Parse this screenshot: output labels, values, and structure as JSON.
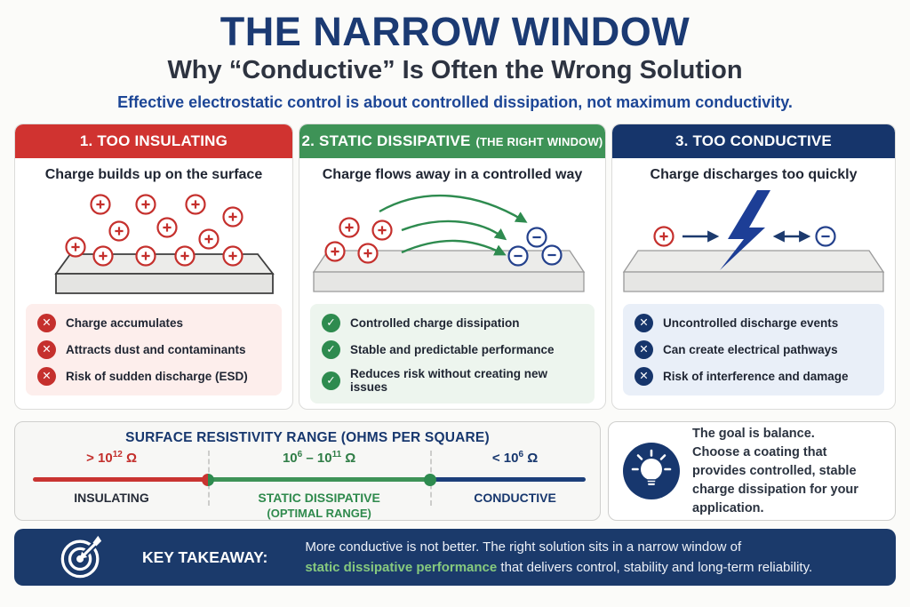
{
  "header": {
    "title": "THE NARROW WINDOW",
    "subtitle": "Why “Conductive” Is Often the Wrong Solution",
    "tagline": "Effective electrostatic control is about controlled dissipation, not maximum conductivity."
  },
  "panels": [
    {
      "title": "1. TOO INSULATING",
      "suffix": "",
      "caption": "Charge builds up on the surface",
      "items": [
        "Charge accumulates",
        "Attracts dust and contaminants",
        "Risk of sudden discharge (ESD)"
      ]
    },
    {
      "title": "2. STATIC DISSIPATIVE",
      "suffix": "(THE RIGHT WINDOW)",
      "caption": "Charge flows away in a controlled way",
      "items": [
        "Controlled charge dissipation",
        "Stable and predictable performance",
        "Reduces risk without creating new issues"
      ]
    },
    {
      "title": "3. TOO CONDUCTIVE",
      "suffix": "",
      "caption": "Charge discharges too quickly",
      "items": [
        "Uncontrolled discharge events",
        "Can create electrical pathways",
        "Risk of interference and damage"
      ]
    }
  ],
  "scale": {
    "title": "SURFACE RESISTIVITY RANGE (OHMS PER SQUARE)",
    "segments": [
      {
        "r1": "> 10",
        "r2": "12",
        "r3": " Ω",
        "label": "INSULATING",
        "sublabel": ""
      },
      {
        "r1": "10",
        "r2": "6",
        "r3": " – 10",
        "r4": "11",
        "r5": " Ω",
        "label": "STATIC DISSIPATIVE",
        "sublabel": "(OPTIMAL RANGE)"
      },
      {
        "r1": "< 10",
        "r2": "6",
        "r3": " Ω",
        "label": "CONDUCTIVE",
        "sublabel": ""
      }
    ]
  },
  "goal": {
    "title": "The goal is balance.",
    "body": "Choose a coating that provides controlled, stable charge dissipation for your application."
  },
  "takeaway": {
    "label": "KEY TAKEAWAY:",
    "line1": "More conductive is not better. The right solution sits in a narrow window of",
    "highlight": "static dissipative performance",
    "line2": " that delivers control, stability and long-term reliability."
  },
  "glyphs": {
    "x": "✕",
    "check": "✓"
  },
  "colors": {
    "navy": "#16356b",
    "red": "#d03330",
    "green": "#3e9357",
    "scale_red": "#c93431",
    "scale_green": "#3e9357",
    "scale_blue": "#1c3f7a",
    "highlight_green": "#86c97e",
    "insulating_list_bg": "#fdeeec",
    "dissipative_list_bg": "#edf5ee",
    "conductive_list_bg": "#e9eff8"
  }
}
